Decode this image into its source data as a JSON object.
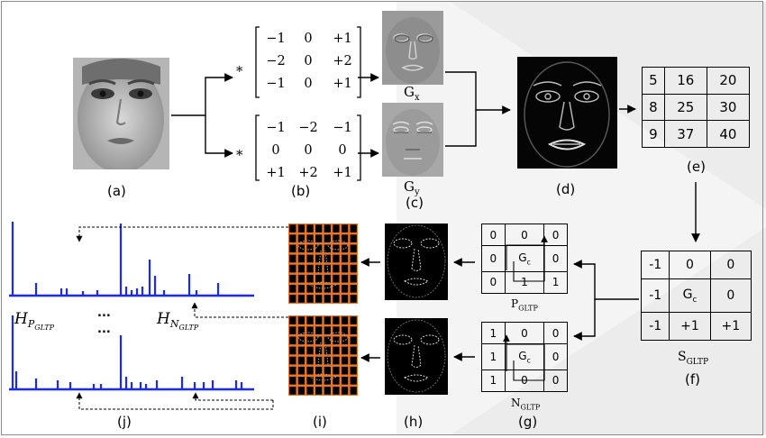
{
  "labels": {
    "a": "(a)",
    "b": "(b)",
    "c": "(c)",
    "d": "(d)",
    "e": "(e)",
    "f": "(f)",
    "g": "(g)",
    "h": "(h)",
    "i": "(i)",
    "j": "(j)"
  },
  "gx_label": "G",
  "gx_sub": "x",
  "gy_label": "G",
  "gy_sub": "y",
  "kernel_gx": [
    [
      "−1",
      "0",
      "+1"
    ],
    [
      "−2",
      "0",
      "+2"
    ],
    [
      "−1",
      "0",
      "+1"
    ]
  ],
  "kernel_gy": [
    [
      "−1",
      "−2",
      "−1"
    ],
    [
      "0",
      "0",
      "0"
    ],
    [
      "+1",
      "+2",
      "+1"
    ]
  ],
  "conv_symbol": "*",
  "matrix_e": [
    [
      "5",
      "16",
      "20"
    ],
    [
      "8",
      "25",
      "30"
    ],
    [
      "9",
      "37",
      "40"
    ]
  ],
  "s_gltp": {
    "cells": [
      [
        "-1",
        "0",
        "0"
      ],
      [
        "-1",
        "",
        "0"
      ],
      [
        "-1",
        "+1",
        "+1"
      ]
    ],
    "center": "G",
    "center_sub": "c",
    "caption": "S",
    "caption_sub": "GLTP"
  },
  "p_gltp": {
    "cells": [
      [
        "0",
        "0",
        "0"
      ],
      [
        "0",
        "",
        "0"
      ],
      [
        "0",
        "1",
        "1"
      ]
    ],
    "center": "G",
    "center_sub": "c",
    "caption": "P",
    "caption_sub": "GLTP"
  },
  "n_gltp": {
    "cells": [
      [
        "1",
        "0",
        "0"
      ],
      [
        "1",
        "",
        "0"
      ],
      [
        "1",
        "0",
        "0"
      ]
    ],
    "center": "G",
    "center_sub": "c",
    "caption": "N",
    "caption_sub": "GLTP"
  },
  "hist_p_label": "H",
  "hist_p_sub": "P",
  "hist_p_subsub": "GLTP",
  "hist_n_label": "H",
  "hist_n_sub": "N",
  "hist_n_subsub": "GLTP",
  "ellipsis": "...",
  "colors": {
    "histogram": "#1a28ff",
    "grid": "#e8762a",
    "arrow": "#000000"
  }
}
